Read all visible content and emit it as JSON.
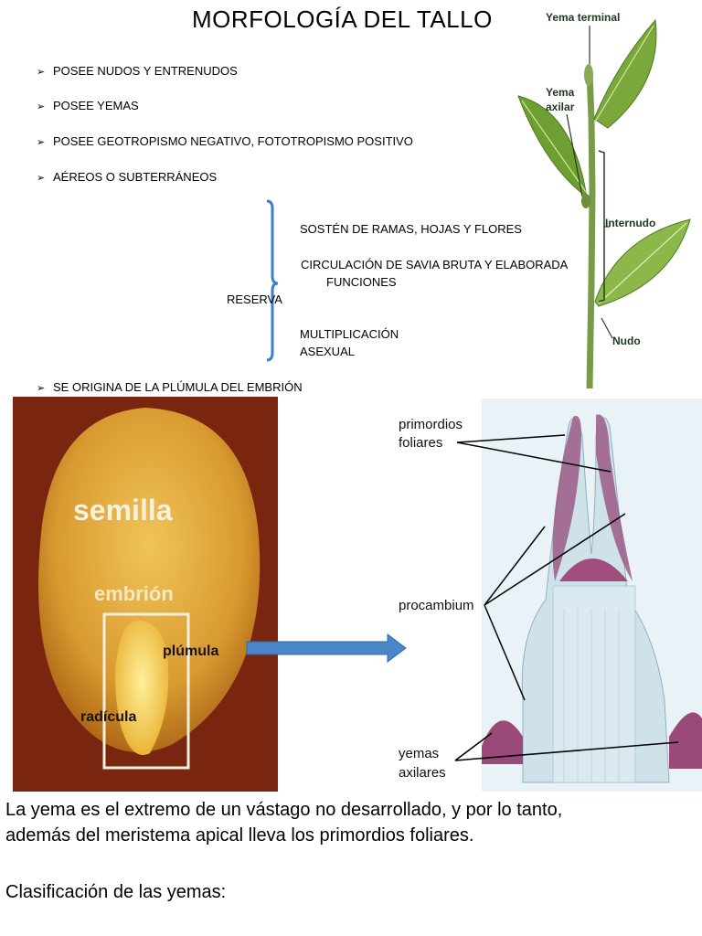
{
  "title": "MORFOLOGÍA DEL TALLO",
  "bullets": [
    "POSEE NUDOS Y ENTRENUDOS",
    "POSEE YEMAS",
    "POSEE GEOTROPISMO NEGATIVO, FOTOTROPISMO POSITIVO",
    "AÉREOS O SUBTERRÁNEOS",
    "SE ORIGINA DE LA PLÚMULA DEL EMBRIÓN"
  ],
  "functions": {
    "items": [
      "SOSTÉN DE RAMAS, HOJAS Y FLORES",
      "CIRCULACIÓN DE SAVIA BRUTA Y ELABORADA",
      "FUNCIONES",
      "RESERVA",
      "MULTIPLICACIÓN",
      "ASEXUAL"
    ]
  },
  "plant_labels": {
    "terminal": "Yema terminal",
    "axilar_1": "Yema",
    "axilar_2": "axilar",
    "internudo": "Internudo",
    "nudo": "Nudo"
  },
  "seed_labels": {
    "semilla": "semilla",
    "embrion": "embrión",
    "plumula": "plúmula",
    "radicula": "radícula"
  },
  "histology_labels": {
    "primordios_1": "primordios",
    "primordios_2": "foliares",
    "procambium": "procambium",
    "yemas_1": "yemas",
    "yemas_2": "axilares"
  },
  "paragraphs": [
    "La yema es el extremo de un vástago no desarrollado, y por lo tanto,",
    "además del meristema apical lleva los primordios foliares.",
    "Clasificación de las yemas:"
  ],
  "colors": {
    "bracket": "#3a7fd0",
    "arrow": "#4a86c8",
    "seed_bg": "#8a2a10",
    "seed": "#e8b040",
    "leaf": "#7aa83a"
  }
}
